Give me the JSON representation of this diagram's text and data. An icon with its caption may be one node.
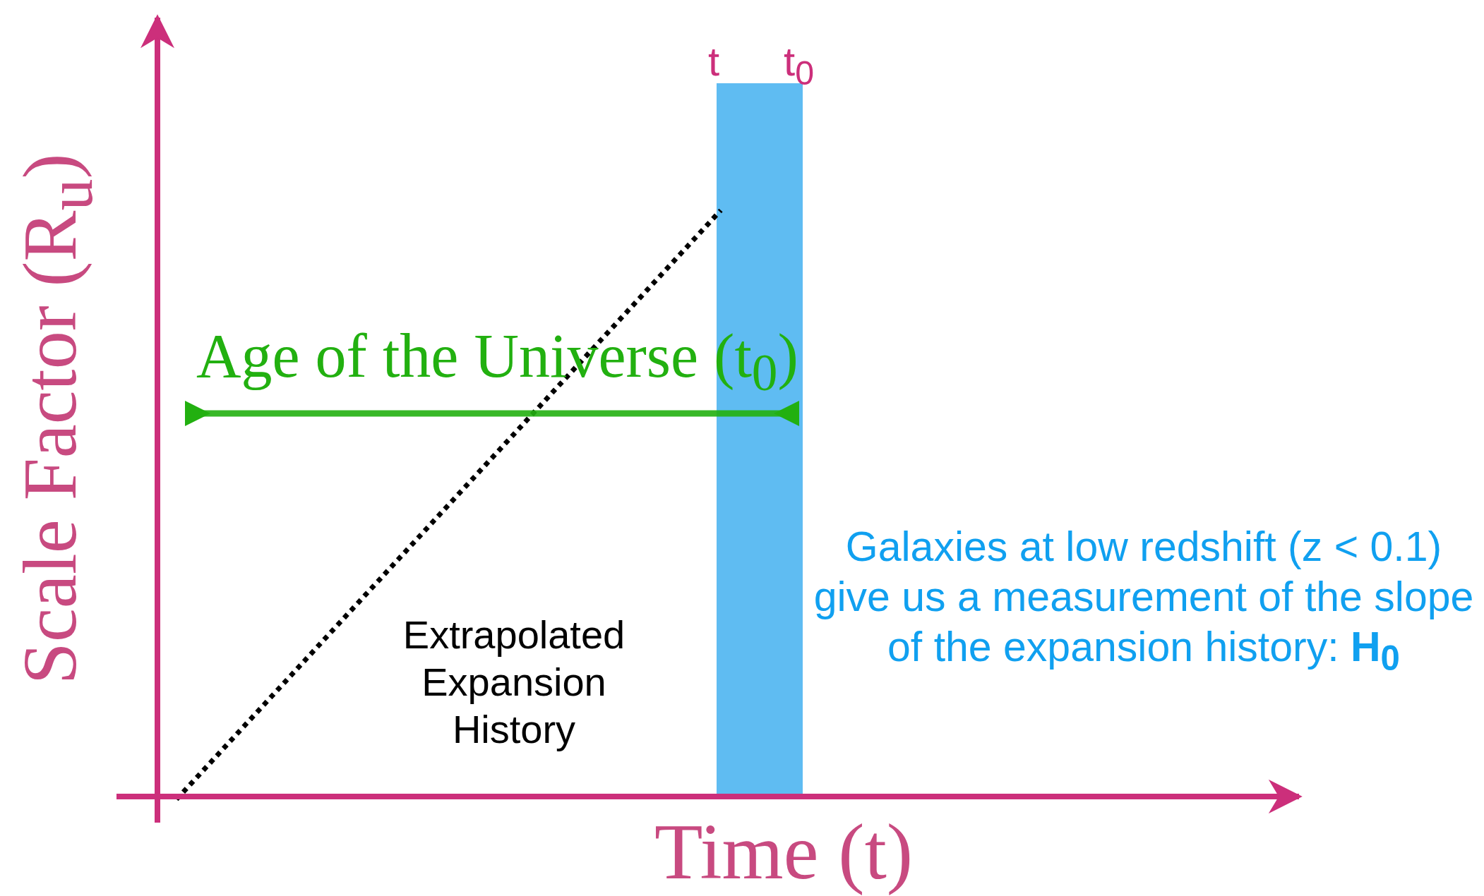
{
  "diagram": {
    "labels": [
      "t",
      "t$_{0}$",
      "Age of the Universe (t$_{0}$)",
      "Extrapolated Expansion History",
      "Galaxies at low redshift (z < 0.1) give us a measurement of the slope of the expansion history: **H$_{0}$**",
      "Time (t)",
      "Scale Factor (R$_{u}$)"
    ]
  }
}
